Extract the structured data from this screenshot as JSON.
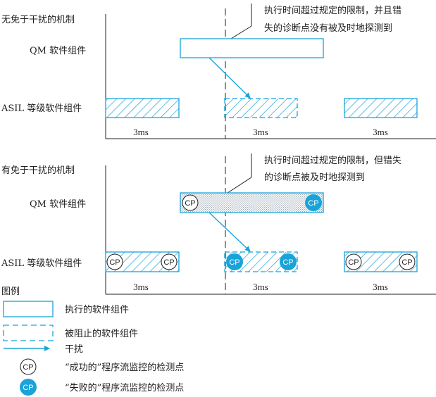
{
  "colors": {
    "accent": "#1aa3d9",
    "text": "#231f20",
    "stipple": "#b8c3cb"
  },
  "top_section": {
    "title": "无免于干扰的机制",
    "qm_label": "QM 软件组件",
    "asil_label": "ASIL 等级软件组件",
    "annotation_line1": "执行时间超过规定的限制，并且错",
    "annotation_line2": "失的诊断点没有被及时地探测到",
    "periods": [
      "3ms",
      "3ms",
      "3ms"
    ]
  },
  "bottom_section": {
    "title": "有免于干扰的机制",
    "qm_label": "QM 软件组件",
    "asil_label": "ASIL 等级软件组件",
    "annotation_line1": "执行时间超过规定的限制，但错失",
    "annotation_line2": "的诊断点被及时地探测到",
    "periods": [
      "3ms",
      "3ms",
      "3ms"
    ],
    "cp_text": "CP"
  },
  "legend": {
    "title": "图例",
    "executed": "执行的软件组件",
    "blocked": "被阻止的软件组件",
    "interference": "干扰",
    "cp_success": "“成功的”程序流监控的检测点",
    "cp_failure": "“失败的”程序流监控的检测点",
    "cp_text": "CP"
  }
}
